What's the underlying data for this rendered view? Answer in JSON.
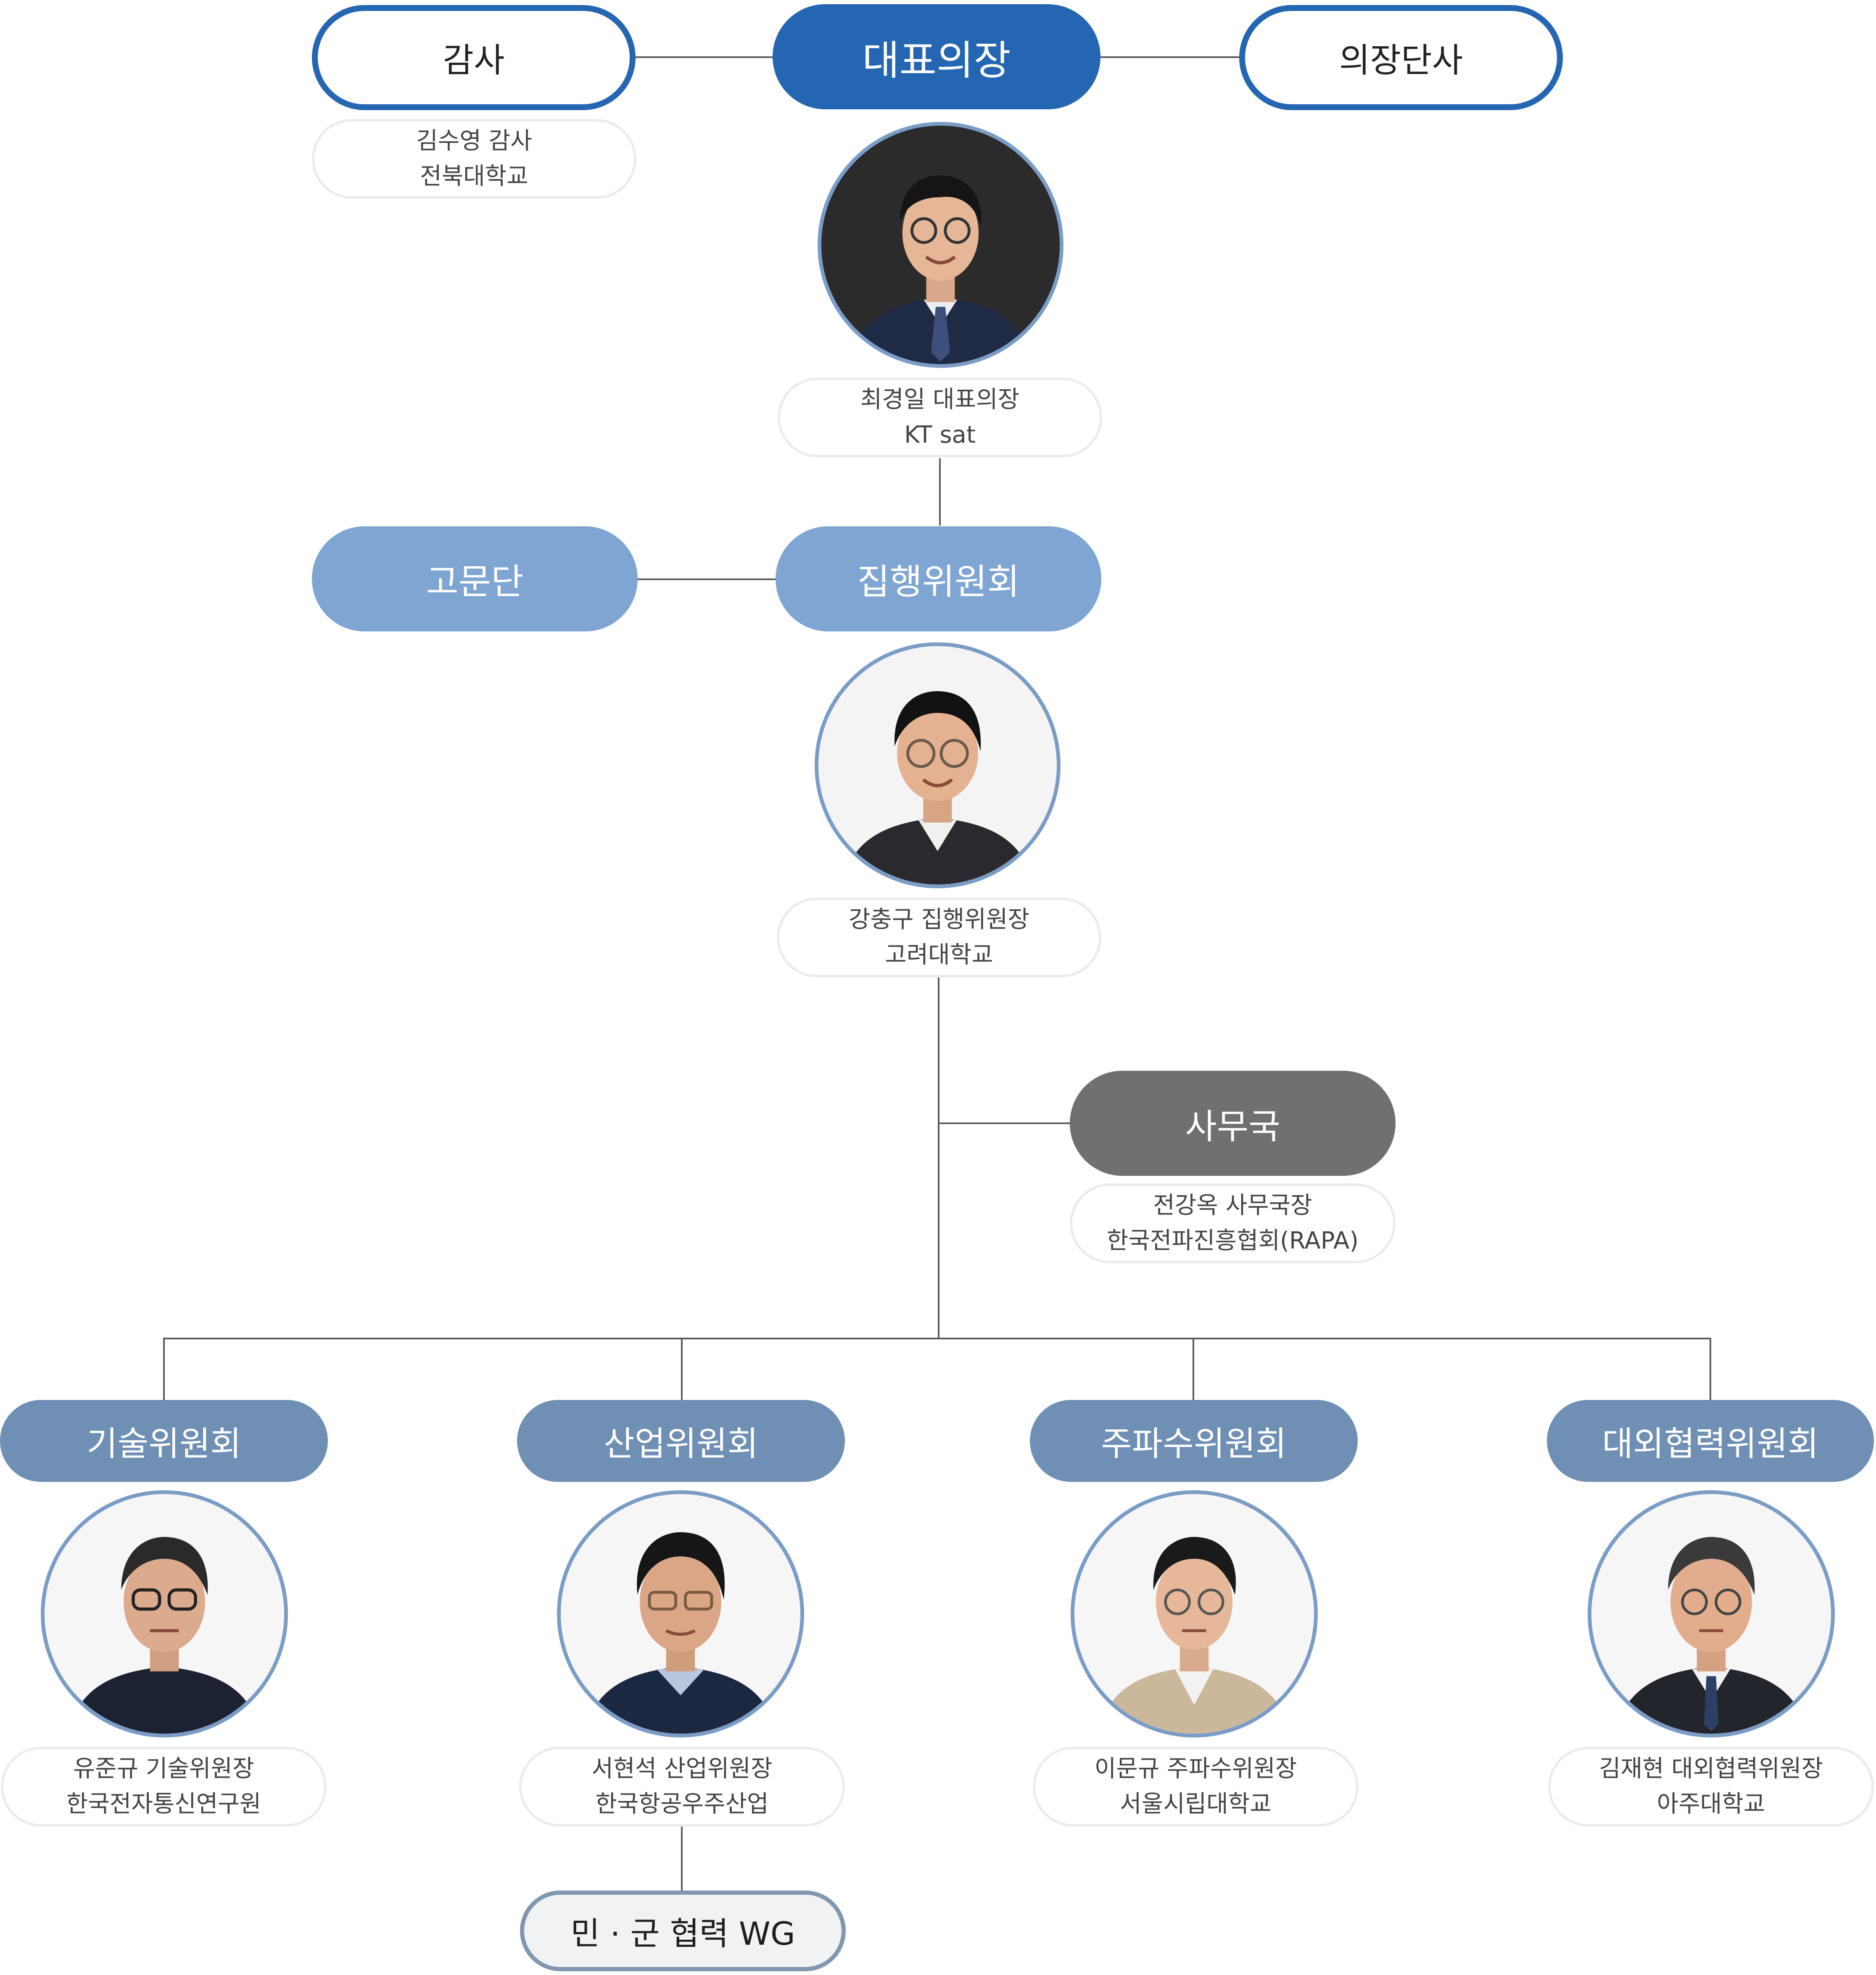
{
  "top": {
    "audit_label": "감사",
    "ceo_label": "대표의장",
    "board_label": "의장단사",
    "audit_person": {
      "name": "김수영 감사",
      "org": "전북대학교"
    },
    "ceo_person": {
      "name": "최경일 대표의장",
      "org": "KT sat"
    }
  },
  "middle": {
    "advisory_label": "고문단",
    "executive_label": "집행위원회",
    "executive_person": {
      "name": "강충구 집행위원장",
      "org": "고려대학교"
    }
  },
  "secretariat": {
    "label": "사무국",
    "person": {
      "name": "전강옥 사무국장",
      "org": "한국전파진흥협회(RAPA)"
    }
  },
  "committees": [
    {
      "label": "기술위원회",
      "name": "유준규 기술위원장",
      "org": "한국전자통신연구원"
    },
    {
      "label": "산업위원회",
      "name": "서현석 산업위원장",
      "org": "한국항공우주산업"
    },
    {
      "label": "주파수위원회",
      "name": "이문규 주파수위원장",
      "org": "서울시립대학교"
    },
    {
      "label": "대외협력위원회",
      "name": "김재현 대외협력위원장",
      "org": "아주대학교"
    }
  ],
  "working_group": {
    "label": "민 · 군 협력 WG"
  },
  "colors": {
    "primary_blue": "#2566b3",
    "light_blue": "#7fa5d2",
    "committee_blue": "#6f90b4",
    "secretariat_gray": "#707070",
    "avatar_ring": "#7a9cc6"
  }
}
